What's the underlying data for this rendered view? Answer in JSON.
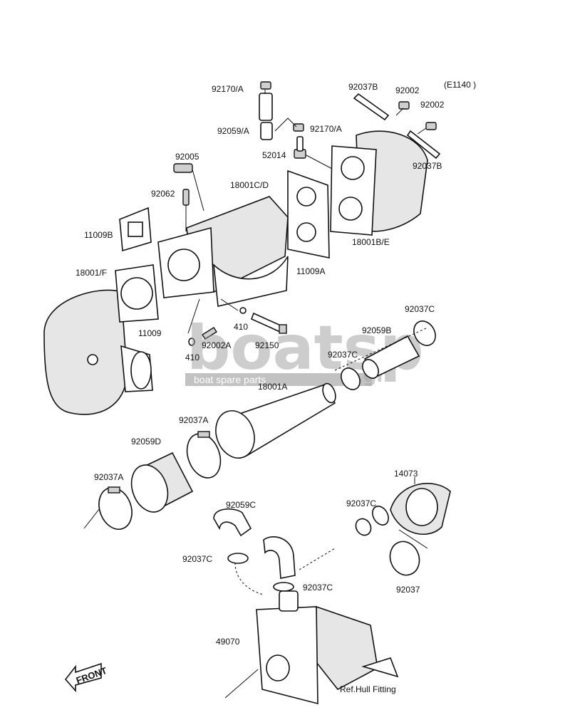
{
  "diagram_code": "(E1140 )",
  "watermark": {
    "brand": "boatsp",
    "tagline": "boat spare parts",
    "suffix": ".gr"
  },
  "front_marker": "FRONT",
  "labels": {
    "p92170A_top": "92170/A",
    "p92059A": "92059/A",
    "p92170A_side": "92170/A",
    "p52014": "52014",
    "p92037B_top": "92037B",
    "p92002_top": "92002",
    "p92002_right": "92002",
    "p92037B_right": "92037B",
    "p92005": "92005",
    "p92062": "92062",
    "p18001CD": "18001C/D",
    "p11009B": "11009B",
    "p18001BE": "18001B/E",
    "p11009A": "11009A",
    "p18001F": "18001/F",
    "p11009": "11009",
    "p410_a": "410",
    "p410_b": "410",
    "p92002A": "92002A",
    "p92150": "92150",
    "p92037C_top": "92037C",
    "p92059B": "92059B",
    "p92037C_mid": "92037C",
    "p18001A": "18001A",
    "p92037A_upper": "92037A",
    "p92059D": "92059D",
    "p92037A_lower": "92037A",
    "p14073": "14073",
    "p92059C": "92059C",
    "p92037C_right": "92037C",
    "p92037C_left": "92037C",
    "p92037C_bottom": "92037C",
    "p92037": "92037",
    "p49070": "49070",
    "ref_hull": "Ref.Hull Fitting"
  }
}
